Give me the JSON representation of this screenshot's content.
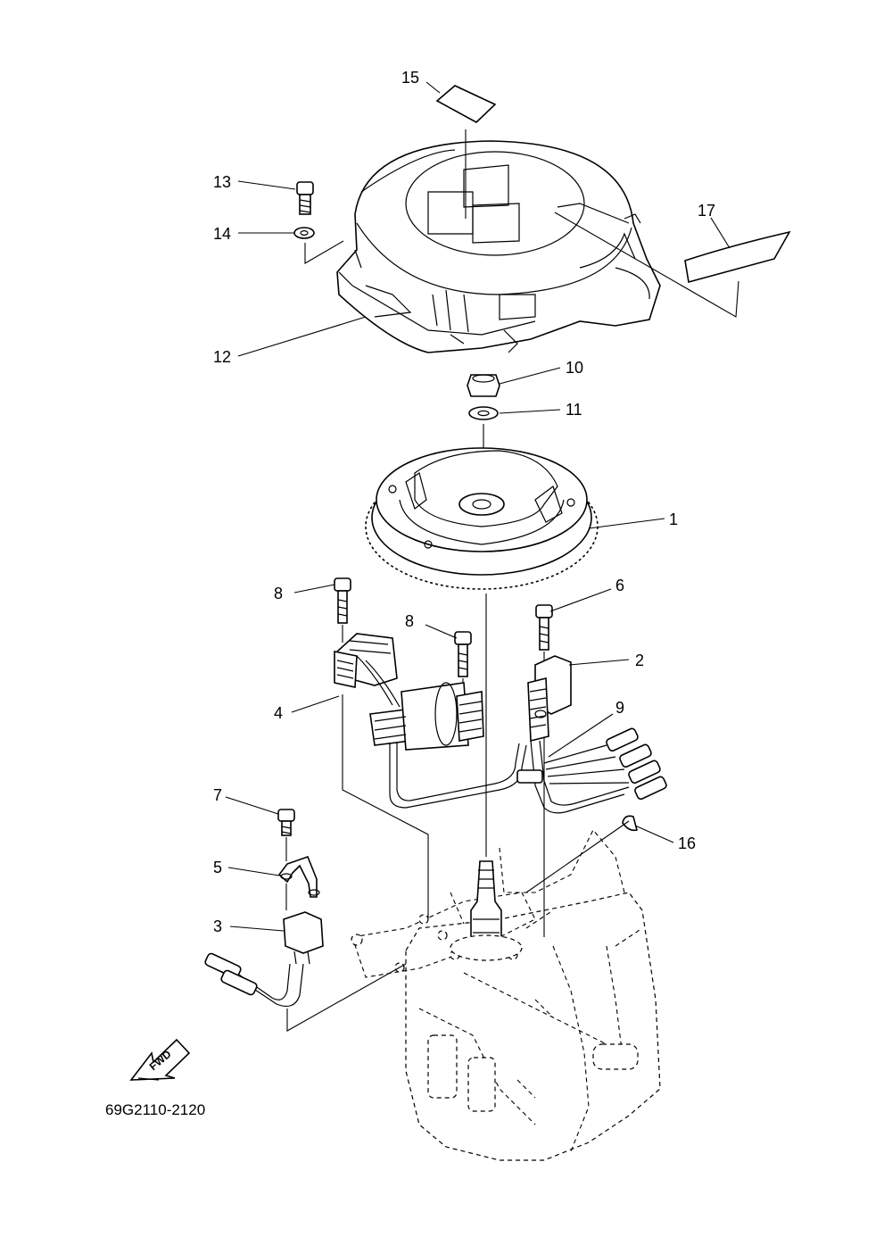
{
  "diagram": {
    "part_callouts": [
      "1",
      "2",
      "3",
      "4",
      "5",
      "6",
      "7",
      "8",
      "8",
      "9",
      "10",
      "11",
      "12",
      "13",
      "14",
      "15",
      "16",
      "17"
    ],
    "fwd_label": "FWD",
    "part_code": "69G2110-2120"
  }
}
